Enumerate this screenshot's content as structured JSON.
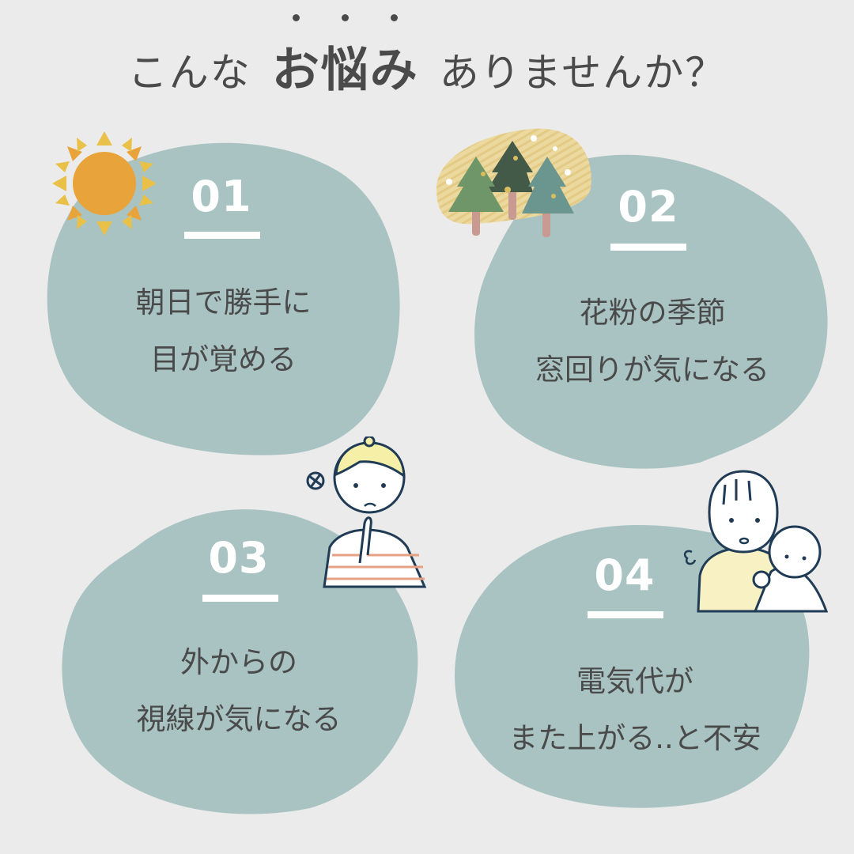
{
  "header": {
    "title_pre": "こんな",
    "title_emphasis": "お悩み",
    "title_post": "ありませんか？"
  },
  "colors": {
    "background": "#ebebeb",
    "blob": "#a8c3c1",
    "text": "#4a4a4a",
    "number": "#ffffff",
    "sun": "#e8a43a",
    "sun_ray_light": "#e9c048"
  },
  "items": [
    {
      "number": "01",
      "line1": "朝日で勝手に",
      "line2": "目が覚める",
      "icon": "sun-icon"
    },
    {
      "number": "02",
      "line1": "花粉の季節",
      "line2": "窓回りが気になる",
      "icon": "trees-icon"
    },
    {
      "number": "03",
      "line1": "外からの",
      "line2": "視線が気になる",
      "icon": "worried-woman-icon"
    },
    {
      "number": "04",
      "line1": "電気代が",
      "line2": "また上がる..と不安",
      "icon": "mother-baby-icon"
    }
  ]
}
